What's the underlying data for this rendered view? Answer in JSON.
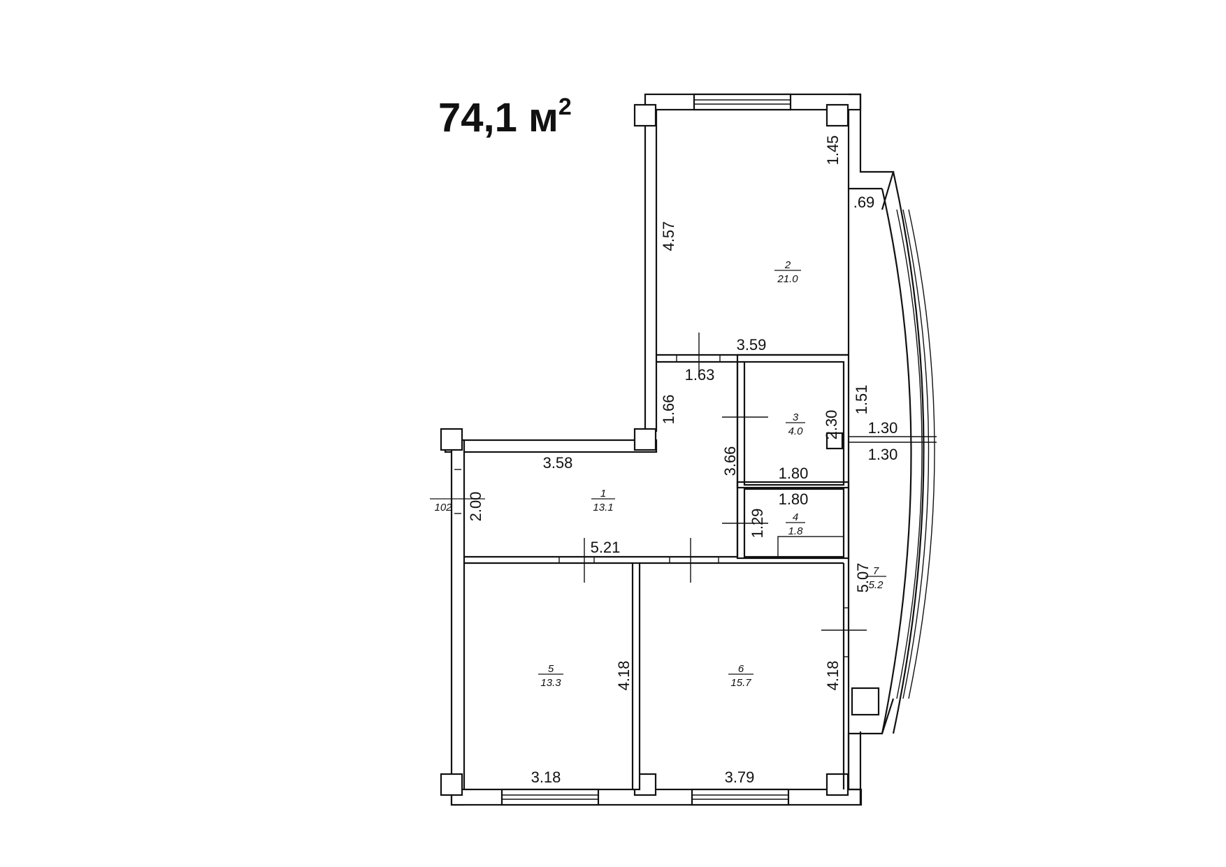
{
  "total_area": {
    "value": "74,1 м",
    "sup": "2"
  },
  "rooms": [
    {
      "id": "room-1",
      "number": "1",
      "area": "13.1"
    },
    {
      "id": "room-2",
      "number": "2",
      "area": "21.0"
    },
    {
      "id": "room-3",
      "number": "3",
      "area": "4.0"
    },
    {
      "id": "room-4",
      "number": "4",
      "area": "1.8"
    },
    {
      "id": "room-5",
      "number": "5",
      "area": "13.3"
    },
    {
      "id": "room-6",
      "number": "6",
      "area": "15.7"
    },
    {
      "id": "room-7",
      "number": "7",
      "area": "5.2"
    }
  ],
  "dimensions": [
    "1.45",
    ".69",
    "4.57",
    "3.59",
    "1.63",
    "1.66",
    "1.51",
    "2.30",
    "1.30",
    "1.30",
    "3.58",
    "3.66",
    "1.80",
    "1.80",
    "1.29",
    "2.00",
    "102",
    "5.21",
    "5.07",
    "4.18",
    "4.18",
    "3.18",
    "3.79"
  ]
}
